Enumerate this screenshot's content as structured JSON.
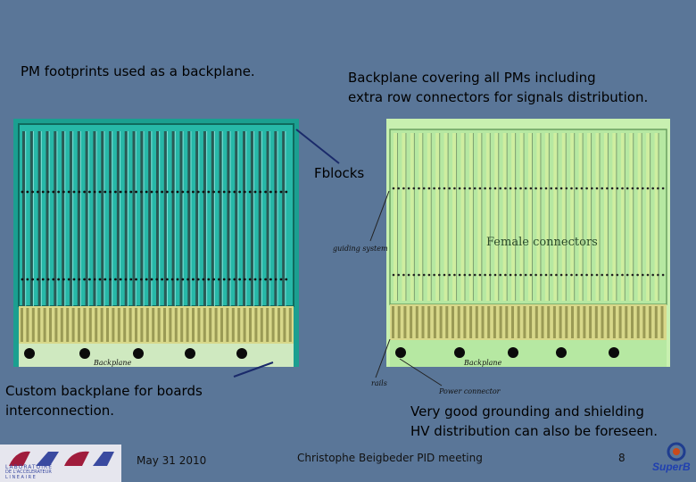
{
  "slide": {
    "text": {
      "left_caption": "PM footprints used as a backplane.",
      "right_caption_line1": "Backplane covering all PMs including",
      "right_caption_line2": "extra row connectors for signals distribution.",
      "fblocks": "Fblocks",
      "custom_line1": "Custom backplane for boards",
      "custom_line2": "interconnection.",
      "grounding_line1": "Very good grounding and shielding",
      "grounding_line2": "HV distribution can also be foreseen."
    },
    "annotations": {
      "left_backplane": "Backplane",
      "guiding_system": "guiding system",
      "female_connectors": "Female connectors",
      "right_backplane": "Backplane",
      "rails": "rails",
      "power_connector": "Power connector"
    },
    "footer": {
      "date": "May 31  2010",
      "author": "Christophe Beigbeder PID meeting",
      "page": "8"
    },
    "logos": {
      "lal_top": "LABORATOIRE",
      "lal_mid": "DE L'ACCELERATEUR",
      "lal_bottom": "L I N E A I R E",
      "superb": "SuperB"
    },
    "colors": {
      "background": "#5a7698",
      "left_board_frame": "#1b9f90",
      "right_board": "#b6e8a2",
      "connector_yellow": "#d8d88a",
      "dark": "#0b0b0b"
    }
  }
}
